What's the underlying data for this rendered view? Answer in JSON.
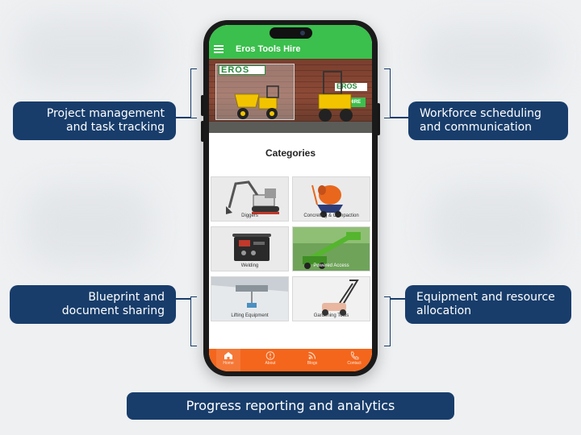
{
  "callouts": {
    "project": [
      "Project management",
      "and task tracking"
    ],
    "workforce": [
      "Workforce scheduling",
      "and communication"
    ],
    "blueprint": [
      "Blueprint and",
      "document sharing"
    ],
    "equipment": [
      "Equipment and resource",
      "allocation"
    ],
    "progress": "Progress reporting and analytics"
  },
  "app": {
    "title": "Eros Tools Hire",
    "banner": {
      "logo": "EROS",
      "logo_small": "EROS",
      "badge": "NEW FOR HIRE"
    },
    "categories_title": "Categories",
    "categories": [
      {
        "label": "Diggers",
        "icon": "digger-icon"
      },
      {
        "label": "Concreting & Compaction",
        "icon": "cement-mixer-icon"
      },
      {
        "label": "Welding",
        "icon": "welder-icon"
      },
      {
        "label": "Powered Access",
        "icon": "boom-lift-icon"
      },
      {
        "label": "Lifting Equipment",
        "icon": "hoist-icon"
      },
      {
        "label": "Gardening Tools",
        "icon": "lawnmower-icon"
      }
    ],
    "nav": [
      {
        "label": "Home",
        "icon": "home-icon"
      },
      {
        "label": "About",
        "icon": "info-icon"
      },
      {
        "label": "Blogs",
        "icon": "rss-icon"
      },
      {
        "label": "Contact",
        "icon": "phone-icon"
      }
    ]
  },
  "colors": {
    "navy": "#183d6b",
    "app_green": "#3bbf4d",
    "nav_orange": "#f4661c"
  }
}
